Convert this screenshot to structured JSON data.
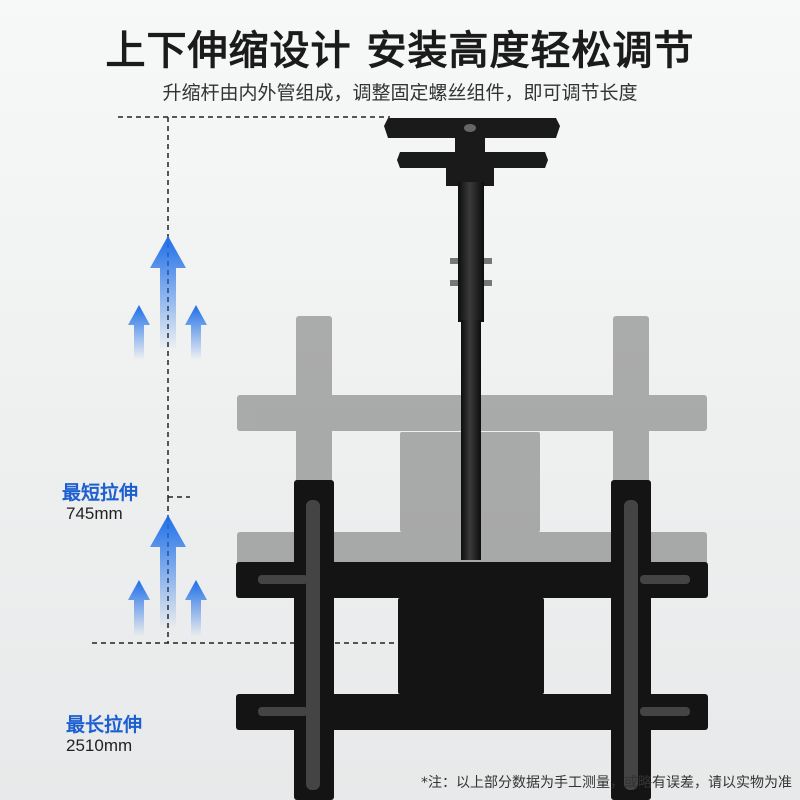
{
  "headline": "上下伸缩设计 安装高度轻松调节",
  "subheadline": "升缩杆由内外管组成，调整固定螺丝组件，即可调节长度",
  "measurements": [
    {
      "label": "最短拉伸",
      "value": "745mm"
    },
    {
      "label": "最长拉伸",
      "value": "2510mm"
    }
  ],
  "footnote": "*注：以上部分数据为手工测量，或略有误差，请以实物为准",
  "colors": {
    "accent": "#1d5fd0",
    "metal": "#1a1a1a",
    "ghost": "#9a9a9a"
  },
  "icons": [
    "up-arrow-icon"
  ]
}
